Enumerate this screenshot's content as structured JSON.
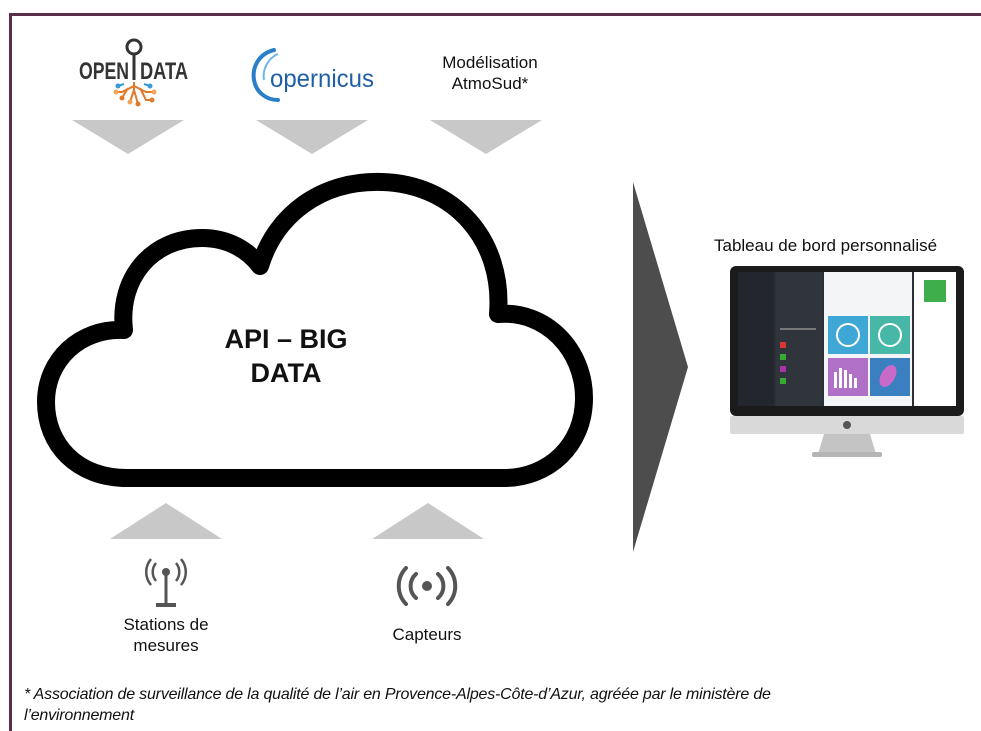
{
  "sources": {
    "opendata_logo": {
      "icon": "opendata-logo",
      "text_left": "OPEN",
      "text_right": "DATA"
    },
    "copernicus_logo": {
      "icon": "copernicus-logo",
      "text": "opernicus"
    },
    "modelisation_line1": "Modélisation",
    "modelisation_line2": "AtmoSud*"
  },
  "cloud": {
    "line1": "API – BIG",
    "line2": "DATA"
  },
  "dashboard": {
    "title": "Tableau de bord personnalisé",
    "icon": "imac-dashboard-icon"
  },
  "inputs": {
    "stations_line1": "Stations de",
    "stations_line2": "mesures",
    "stations_icon": "antenna-icon",
    "capteurs": "Capteurs",
    "capteurs_icon": "broadcast-icon"
  },
  "footnote": {
    "line1": "* Association de surveillance de la qualité de l’air en Provence-Alpes-Côte-d’Azur, agréée par le ministère de",
    "line2": "l’environnement"
  },
  "colors": {
    "frame": "#5a2d49",
    "arrow_light": "#c8c8c8",
    "arrow_dark": "#4d4d4d",
    "cloud_outline": "#000000"
  }
}
